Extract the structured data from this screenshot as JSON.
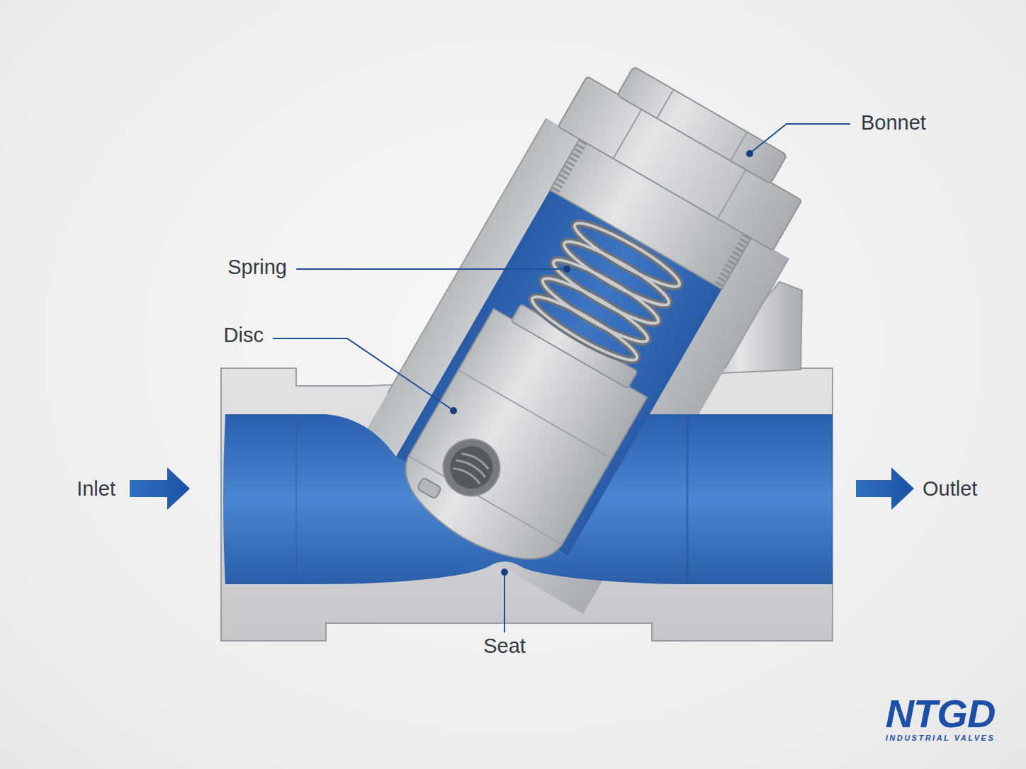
{
  "diagram": {
    "labels": [
      "Bonnet",
      "Spring",
      "Disc",
      "Inlet",
      "Outlet",
      "Seat",
      "NTGD",
      "INDUSTRIAL VALVES"
    ]
  }
}
